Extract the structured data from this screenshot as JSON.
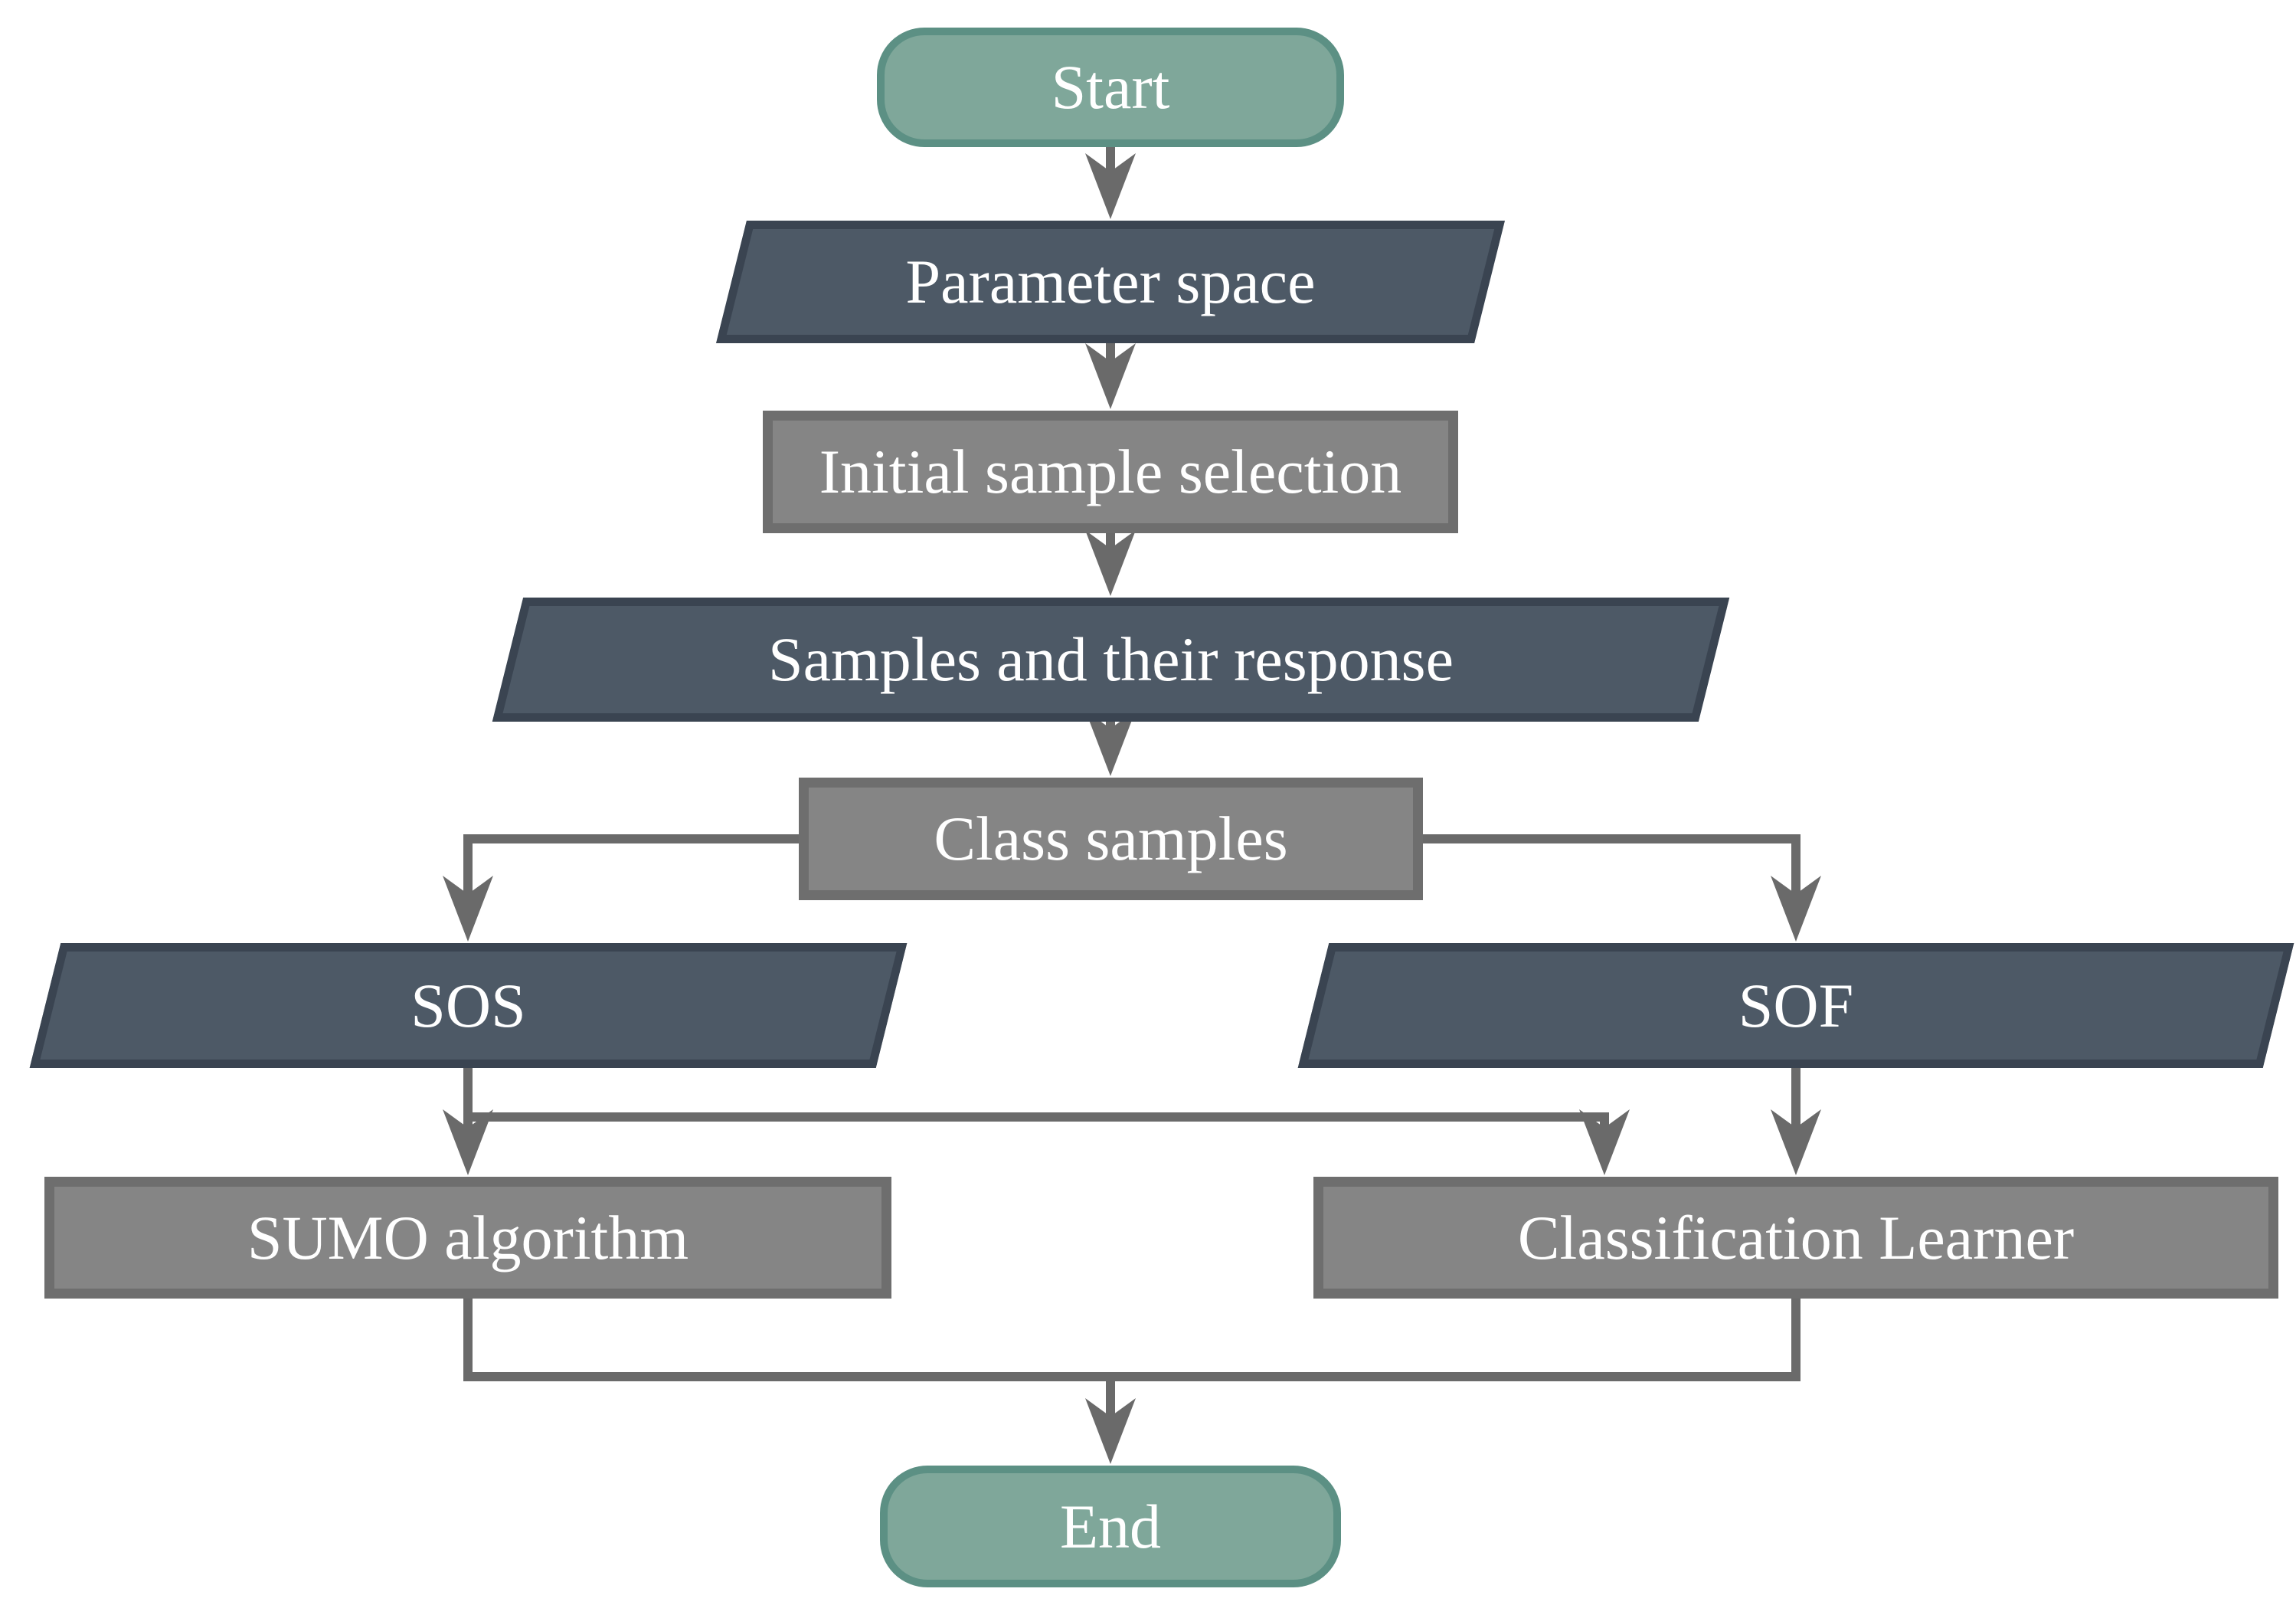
{
  "diagram": {
    "type": "flowchart",
    "background": "#ffffff",
    "colors": {
      "terminator_fill": "#7fa79a",
      "terminator_border": "#5c9084",
      "data_fill": "#4d5966",
      "data_border": "#3a4451",
      "process_fill": "#858585",
      "process_border": "#6e6e6e",
      "connector": "#6a6a6a",
      "text": "#ffffff"
    },
    "nodes": {
      "start": {
        "label": "Start",
        "shape": "terminator"
      },
      "parameter_space": {
        "label": "Parameter space",
        "shape": "data-parallelogram"
      },
      "initial_sample_selection": {
        "label": "Initial sample selection",
        "shape": "process-rectangle"
      },
      "samples_and_their_response": {
        "label": "Samples and their response",
        "shape": "data-parallelogram"
      },
      "class_samples": {
        "label": "Class samples",
        "shape": "process-rectangle"
      },
      "sos": {
        "label": "SOS",
        "shape": "data-parallelogram"
      },
      "sof": {
        "label": "SOF",
        "shape": "data-parallelogram"
      },
      "sumo_algorithm": {
        "label": "SUMO algorithm",
        "shape": "process-rectangle"
      },
      "classification_learner": {
        "label": "Classification Learner",
        "shape": "process-rectangle"
      },
      "end": {
        "label": "End",
        "shape": "terminator"
      }
    },
    "edges": [
      {
        "from": "start",
        "to": "parameter_space"
      },
      {
        "from": "parameter_space",
        "to": "initial_sample_selection"
      },
      {
        "from": "initial_sample_selection",
        "to": "samples_and_their_response"
      },
      {
        "from": "samples_and_their_response",
        "to": "class_samples"
      },
      {
        "from": "class_samples",
        "to": "sos"
      },
      {
        "from": "class_samples",
        "to": "sof"
      },
      {
        "from": "sos",
        "to": "sumo_algorithm"
      },
      {
        "from": "sos",
        "to": "classification_learner"
      },
      {
        "from": "sof",
        "to": "classification_learner"
      },
      {
        "from": "sumo_algorithm",
        "to": "end"
      },
      {
        "from": "classification_learner",
        "to": "end"
      }
    ]
  }
}
